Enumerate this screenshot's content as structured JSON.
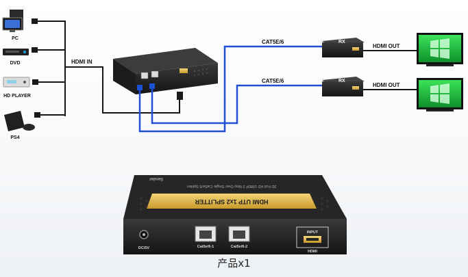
{
  "sources": {
    "pc": "PC",
    "dvd": "DVD",
    "hd_player": "HD PLAYER",
    "ps4": "PS4"
  },
  "labels": {
    "hdmi_in": "HDMI IN",
    "cat_top": "CAT5E/6",
    "cat_bottom": "CAT5E/6",
    "hdmi_out_top": "HDMI OUT",
    "hdmi_out_bottom": "HDMI OUT",
    "rx_top": "RX",
    "rx_bottom": "RX"
  },
  "device": {
    "sender_label": "Sender",
    "subtitle": "3D Full HD 1080P 2 Way Over Single Cat5e/6 Splitter",
    "title": "HDMI UTP 1x2 SPLITTER",
    "power_label": "DC/5V",
    "port1_label": "Cat5e/6-1",
    "port2_label": "Cat5e/6-2",
    "input_label": "INPUT",
    "hdmi_label": "HDMI"
  },
  "caption": "产品x1",
  "colors": {
    "cable_blue": "#1f4fd6",
    "cable_black": "#151515",
    "screen_green": "#2bd34a",
    "label_gold": "#e0b94a"
  }
}
